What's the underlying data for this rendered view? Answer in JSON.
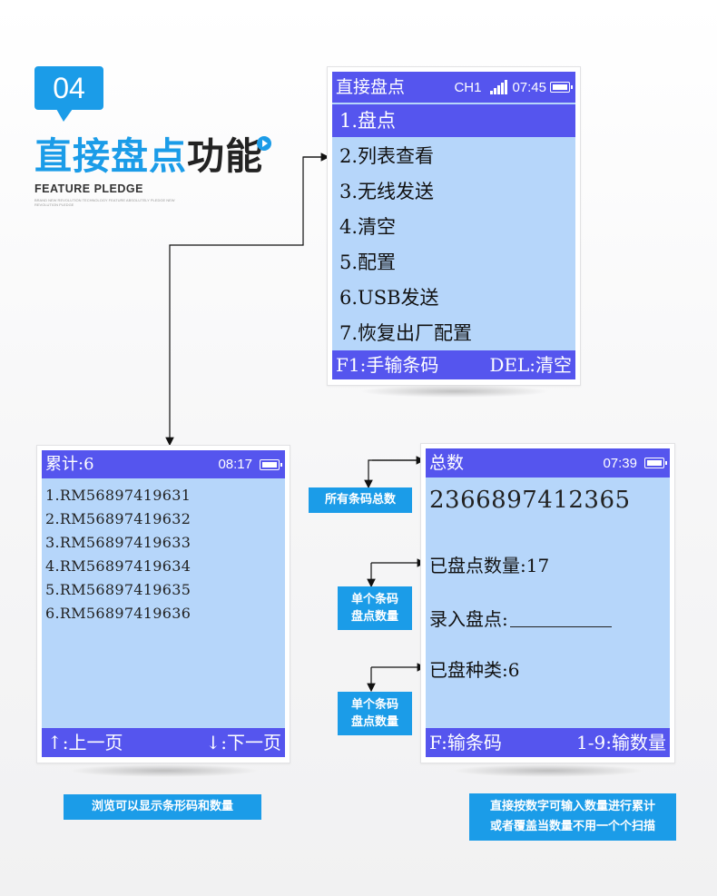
{
  "header": {
    "badge": "04",
    "title_blue": "直接盘点",
    "title_dark": "功能",
    "pledge": "FEATURE  PLEDGE",
    "pledge_sub": "BRAND NEW REVOLUTION TECHNOLOGY FEATURE ABSOLUTELY PLEDGE NEW REVOLUTION PLEDGE"
  },
  "menu_screen": {
    "title": "直接盘点",
    "channel": "CH1",
    "time": "07:45",
    "items": [
      "1.盘点",
      "2.列表查看",
      "3.无线发送",
      "4.清空",
      "5.配置",
      "6.USB发送",
      "7.恢复出厂配置"
    ],
    "selected_index": 0,
    "footer_left": "F1:手输条码",
    "footer_right": "DEL:清空"
  },
  "list_screen": {
    "title": "累计:6",
    "time": "08:17",
    "rows": [
      "1.RM56897419631",
      "2.RM56897419632",
      "3.RM56897419633",
      "4.RM56897419634",
      "5.RM56897419635",
      "6.RM56897419636"
    ],
    "footer_left": "↑:上一页",
    "footer_right": "↓:下一页"
  },
  "count_screen": {
    "title": "总数",
    "time": "07:39",
    "total": "2366897412365",
    "counted": "已盘点数量:17",
    "entry_label": "录入盘点:",
    "types": "已盘种类:6",
    "footer_left": "F:输条码",
    "footer_right": "1-9:输数量"
  },
  "callouts": {
    "total_codes": "所有条码总数",
    "single_qty_1": [
      "单个条码",
      "盘点数量"
    ],
    "single_qty_2": [
      "单个条码",
      "盘点数量"
    ],
    "browse": "浏览可以显示条形码和数量",
    "direct_input": [
      "直接按数字可输入数量进行累计",
      "或者覆盖当数量不用一个个扫描"
    ]
  },
  "colors": {
    "accent": "#1b9ce8",
    "screen_bar": "#5555ee",
    "screen_bg": "#b6d6fa"
  }
}
